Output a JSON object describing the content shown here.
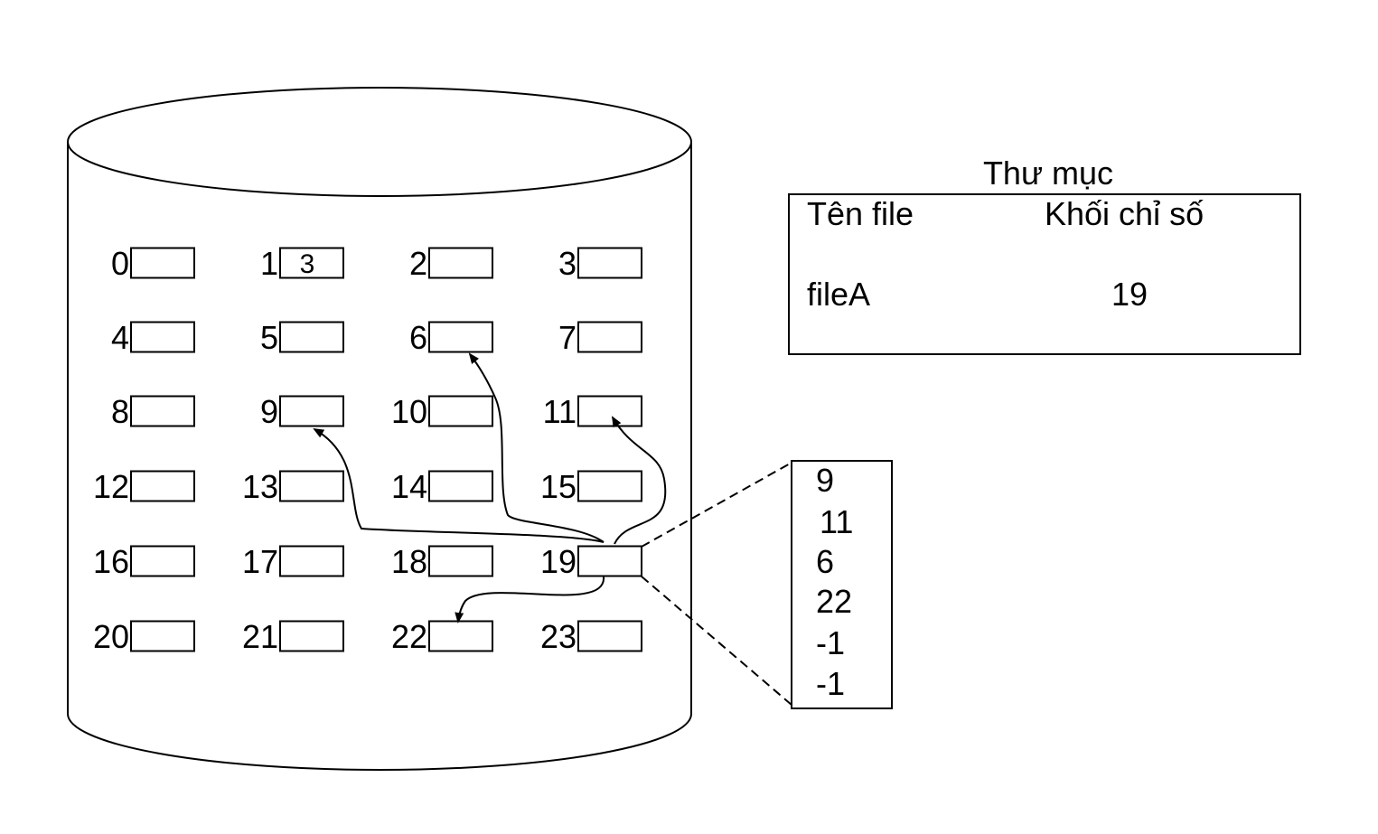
{
  "disk": {
    "blocks": [
      {
        "num": "0",
        "value": ""
      },
      {
        "num": "1",
        "value": "3"
      },
      {
        "num": "2",
        "value": ""
      },
      {
        "num": "3",
        "value": ""
      },
      {
        "num": "4",
        "value": ""
      },
      {
        "num": "5",
        "value": ""
      },
      {
        "num": "6",
        "value": ""
      },
      {
        "num": "7",
        "value": ""
      },
      {
        "num": "8",
        "value": ""
      },
      {
        "num": "9",
        "value": ""
      },
      {
        "num": "10",
        "value": ""
      },
      {
        "num": "11",
        "value": ""
      },
      {
        "num": "12",
        "value": ""
      },
      {
        "num": "13",
        "value": ""
      },
      {
        "num": "14",
        "value": ""
      },
      {
        "num": "15",
        "value": ""
      },
      {
        "num": "16",
        "value": ""
      },
      {
        "num": "17",
        "value": ""
      },
      {
        "num": "18",
        "value": ""
      },
      {
        "num": "19",
        "value": ""
      },
      {
        "num": "20",
        "value": ""
      },
      {
        "num": "21",
        "value": ""
      },
      {
        "num": "22",
        "value": ""
      },
      {
        "num": "23",
        "value": ""
      }
    ]
  },
  "directory": {
    "title": "Thư mục",
    "col_name": "Tên file",
    "col_index": "Khối chỉ số",
    "file_name": "fileA",
    "index_block": "19"
  },
  "index_block": {
    "entries": [
      "9",
      "11",
      "6",
      "22",
      "-1",
      "-1"
    ]
  }
}
